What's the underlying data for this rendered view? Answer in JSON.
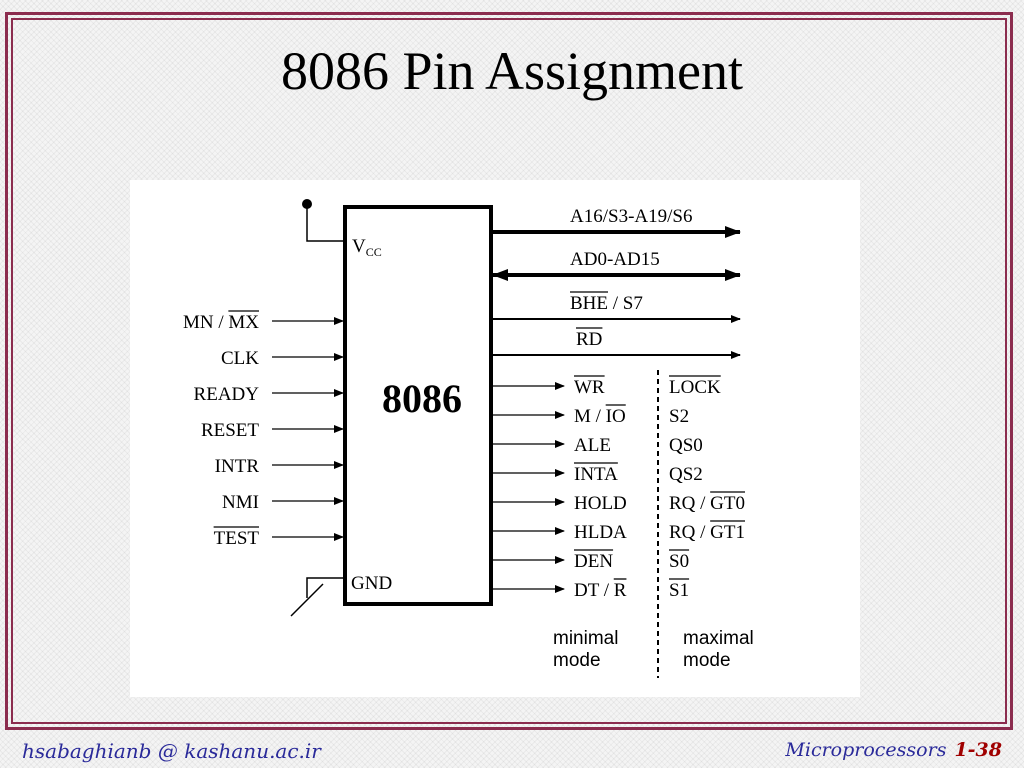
{
  "title": "8086 Pin Assignment",
  "chip": {
    "label": "8086",
    "vcc_main": "V",
    "vcc_sub": "CC",
    "gnd": "GND"
  },
  "left_pins": [
    {
      "text": "MN / MX",
      "over": "MX"
    },
    {
      "text": "CLK",
      "over": ""
    },
    {
      "text": "READY",
      "over": ""
    },
    {
      "text": "RESET",
      "over": ""
    },
    {
      "text": "INTR",
      "over": ""
    },
    {
      "text": "NMI",
      "over": ""
    },
    {
      "text": "TEST",
      "over": "TEST"
    }
  ],
  "top_buses": [
    {
      "text": "A16/S3-A19/S6",
      "dir": "out"
    },
    {
      "text": "AD0-AD15",
      "dir": "bi"
    },
    {
      "text": "BHE / S7",
      "dir": "out"
    },
    {
      "text": "RD",
      "dir": "out"
    }
  ],
  "mode_pins": [
    {
      "min": "WR",
      "max": "LOCK"
    },
    {
      "min": "M / IO",
      "max": "S2"
    },
    {
      "min": "ALE",
      "max": "QS0"
    },
    {
      "min": "INTA",
      "max": "QS2"
    },
    {
      "min": "HOLD",
      "max": "RQ / GT0"
    },
    {
      "min": "HLDA",
      "max": "RQ / GT1"
    },
    {
      "min": "DEN",
      "max": "S0"
    },
    {
      "min": "DT / R",
      "max": "S1"
    }
  ],
  "modes": {
    "minimal_line1": "minimal",
    "minimal_line2": "mode",
    "maximal_line1": "maximal",
    "maximal_line2": "mode"
  },
  "footer": {
    "author": "hsabaghianb @ kashanu.ac.ir",
    "course": "Microprocessors",
    "page": "1-38"
  },
  "colors": {
    "frame": "#8b2c4e",
    "footer_text": "#2a2a9a",
    "page_number": "#a00000"
  }
}
